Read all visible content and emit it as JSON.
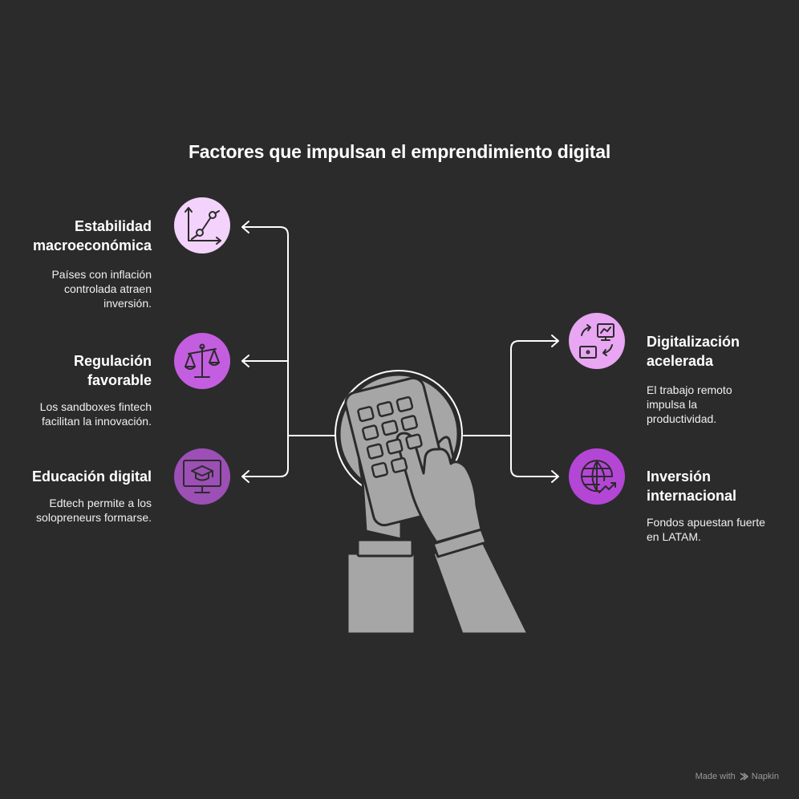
{
  "title": "Factores que impulsan el emprendimiento digital",
  "factors": [
    {
      "heading": "Estabilidad macroeconómica",
      "heading_lines": [
        "Estabilidad",
        "macroeconómica"
      ],
      "desc_lines": [
        "Países con inflación",
        "controlada atraen",
        "inversión."
      ],
      "icon": "line-chart-icon",
      "color": "#f3d2fb"
    },
    {
      "heading": "Regulación favorable",
      "heading_lines": [
        "Regulación",
        "favorable"
      ],
      "desc_lines": [
        "Los sandboxes fintech",
        "facilitan la innovación."
      ],
      "icon": "balance-scale-icon",
      "color": "#c45ee0"
    },
    {
      "heading": "Educación digital",
      "heading_lines": [
        "Educación digital"
      ],
      "desc_lines": [
        "Edtech permite a los",
        "solopreneurs formarse."
      ],
      "icon": "online-graduation-icon",
      "color": "#9c4fb4"
    },
    {
      "heading": "Digitalización acelerada",
      "heading_lines": [
        "Digitalización",
        "acelerada"
      ],
      "desc_lines": [
        "El trabajo remoto",
        "impulsa la",
        "productividad."
      ],
      "icon": "remote-work-icon",
      "color": "#e8a6f3"
    },
    {
      "heading": "Inversión internacional",
      "heading_lines": [
        "Inversión",
        "internacional"
      ],
      "desc_lines": [
        "Fondos apuestan fuerte",
        "en LATAM."
      ],
      "icon": "global-growth-icon",
      "color": "#b446d6"
    }
  ],
  "center_illustration": "hands-calculator-icon",
  "credit": {
    "made_with": "Made with",
    "brand": "Napkin"
  },
  "colors": {
    "background": "#2b2b2b",
    "connector": "#ffffff",
    "illustration": "#a6a6a6"
  }
}
